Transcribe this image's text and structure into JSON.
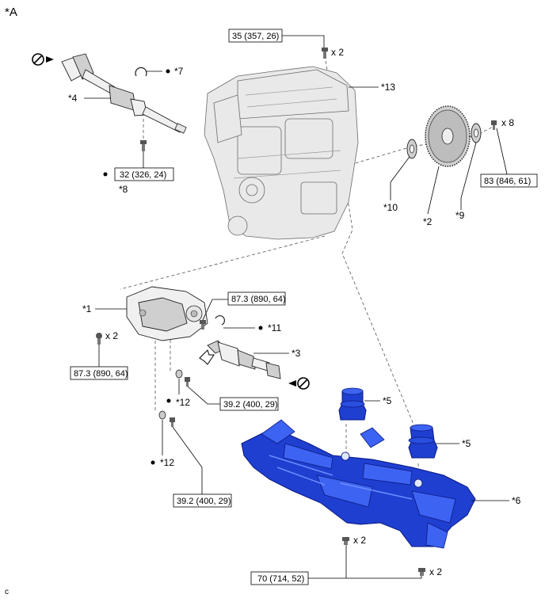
{
  "view_label": "*A",
  "corner_mark": "c",
  "callouts": {
    "c1": "*1",
    "c2": "*2",
    "c3": "*3",
    "c4": "*4",
    "c5a": "*5",
    "c5b": "*5",
    "c6": "*6",
    "c7": "*7",
    "c8": "*8",
    "c9": "*9",
    "c10": "*10",
    "c11": "*11",
    "c12a": "*12",
    "c12b": "*12",
    "c13": "*13"
  },
  "torque_specs": {
    "t_top": "35 (357, 26)",
    "t_driveshaft": "32 (326, 24)",
    "t_flywheel": "83 (846, 61)",
    "t_transfer_right": "87.3 (890, 64)",
    "t_transfer_left": "87.3 (890, 64)",
    "t_mid": "39.2 (400, 29)",
    "t_low": "39.2 (400, 29)",
    "t_crossmember": "70 (714, 52)"
  },
  "quantities": {
    "q_top": "x 2",
    "q_flywheel": "x 8",
    "q_transfer": "x 2",
    "q_cross_a": "x 2",
    "q_cross_b": "x 2"
  },
  "symbols": {
    "bullet": "●",
    "no_reuse": "⊘"
  }
}
